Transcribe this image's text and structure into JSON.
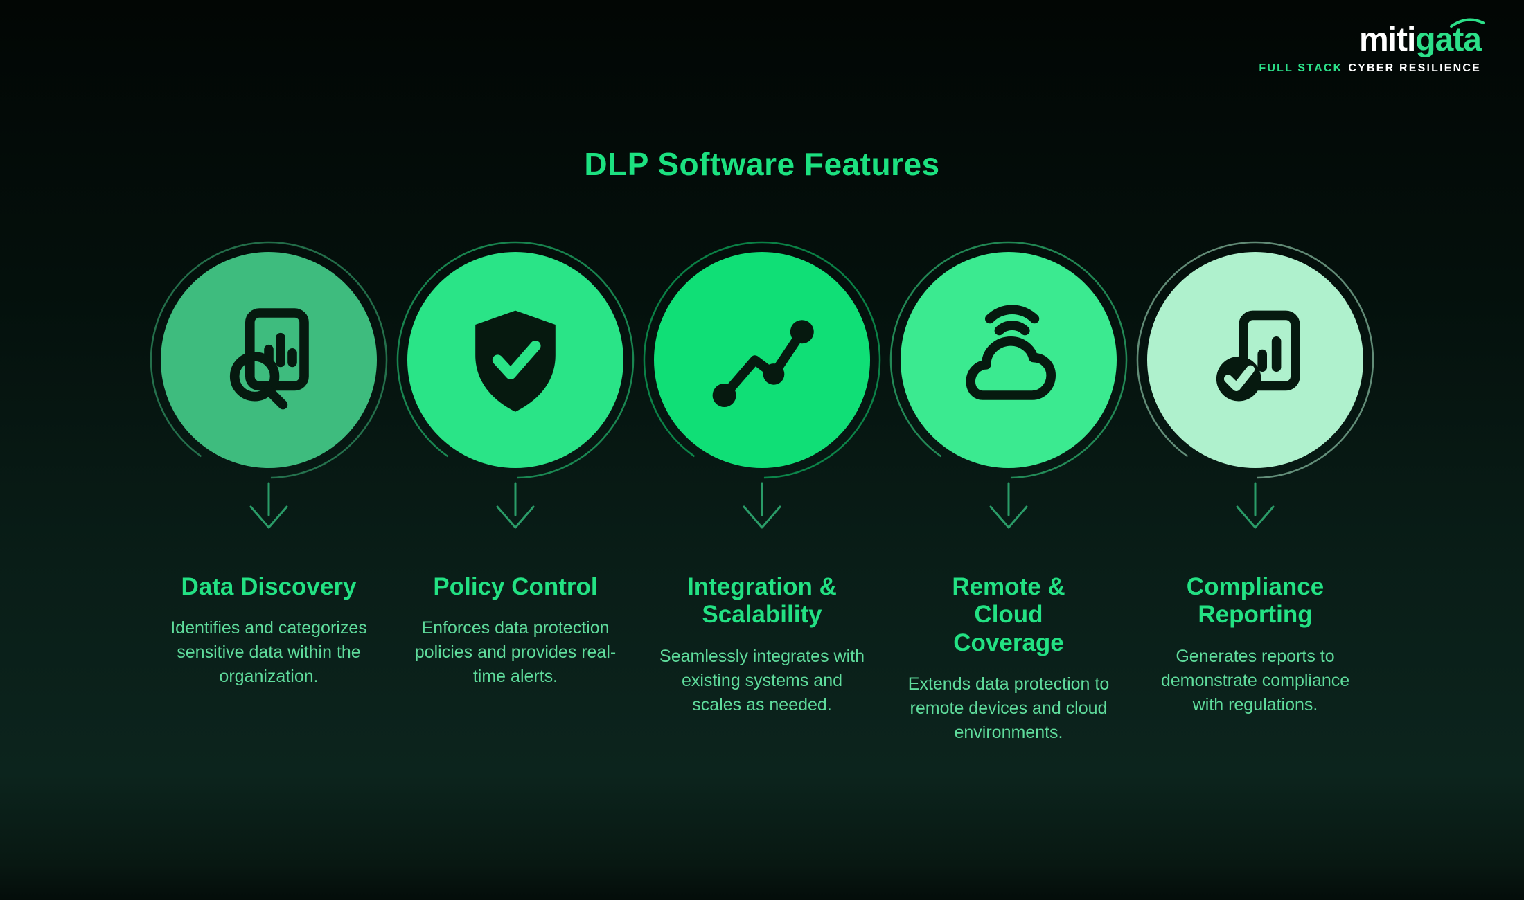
{
  "logo": {
    "wordmark_part1": "miti",
    "wordmark_part2": "gata",
    "tagline_accent": "FULL STACK",
    "tagline_rest": "CYBER RESILIENCE"
  },
  "header": {
    "title": "DLP Software Features"
  },
  "features": [
    {
      "title": "Data Discovery",
      "description": "Identifies and categorizes sensitive data within the organization.",
      "icon": "document-search-icon",
      "circle_color": "#3ebc7e"
    },
    {
      "title": "Policy Control",
      "description": "Enforces data protection policies and provides real-time alerts.",
      "icon": "shield-check-icon",
      "circle_color": "#2ae487"
    },
    {
      "title": "Integration & Scalability",
      "description": "Seamlessly integrates with existing systems and scales as needed.",
      "icon": "nodes-graph-icon",
      "circle_color": "#10df76"
    },
    {
      "title": "Remote & Cloud Coverage",
      "description": "Extends data protection to remote devices and cloud environments.",
      "icon": "cloud-signal-icon",
      "circle_color": "#3bea90"
    },
    {
      "title": "Compliance Reporting",
      "description": "Generates reports to demonstrate compliance with regulations.",
      "icon": "report-check-icon",
      "circle_color": "#aff1cd"
    }
  ],
  "colors": {
    "background_top": "#020604",
    "background_bottom": "#0c241d",
    "title_green": "#1ce180",
    "heading_green": "#23e183",
    "body_green": "#5fdc9c",
    "arrow_green": "#2a9c68",
    "icon_dark": "#06190f",
    "logo_green": "#2ce089"
  }
}
